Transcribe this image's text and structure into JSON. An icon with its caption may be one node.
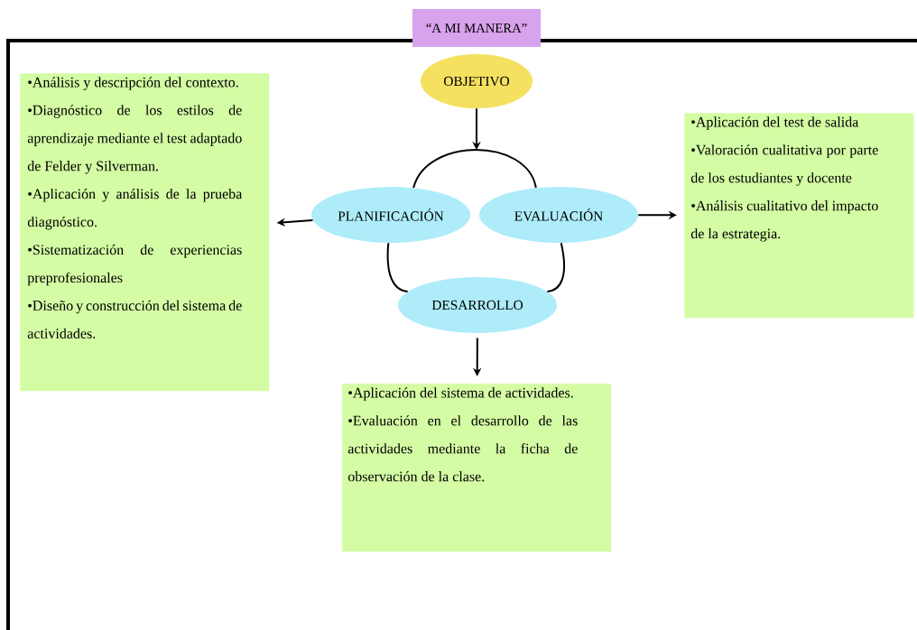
{
  "diagram": {
    "nodes": [
      {
        "text": [
          "“A MI MANERA”"
        ]
      },
      {
        "text": [
          "OBJETIVO"
        ]
      },
      {
        "text": [
          "PLANIFICACIÓN"
        ]
      },
      {
        "text": [
          "EVALUACIÓN"
        ]
      },
      {
        "text": [
          "DESARROLLO"
        ]
      },
      {
        "text": [
          "•Análisis y descripción del contexto.",
          "•Diagnóstico de los estilos de aprendizaje mediante el test adaptado de Felder y Silverman.",
          "•Aplicación y análisis de la prueba diagnóstico.",
          "•Sistematización de experiencias preprofesionales",
          "•Diseño y construcción del sistema de actividades."
        ]
      },
      {
        "text": [
          "•Aplicación del test de salida",
          "•Valoración cualitativa por parte de los estudiantes y docente",
          "•Análisis cualitativo del impacto de la estrategia."
        ]
      },
      {
        "text": [
          "•Aplicación del sistema de actividades.",
          "•Evaluación en el desarrollo de las actividades mediante la ficha de observación de la clase."
        ]
      }
    ],
    "edges": [
      {
        "from": 1,
        "to": null,
        "arrow": "to"
      },
      {
        "from": 2,
        "to": 3,
        "arrow": "none"
      },
      {
        "from": 2,
        "to": 4,
        "arrow": "none"
      },
      {
        "from": 3,
        "to": 4,
        "arrow": "none"
      },
      {
        "from": 2,
        "to": 5,
        "arrow": "to"
      },
      {
        "from": 3,
        "to": 6,
        "arrow": "to"
      },
      {
        "from": 4,
        "to": 7,
        "arrow": "to"
      }
    ]
  }
}
